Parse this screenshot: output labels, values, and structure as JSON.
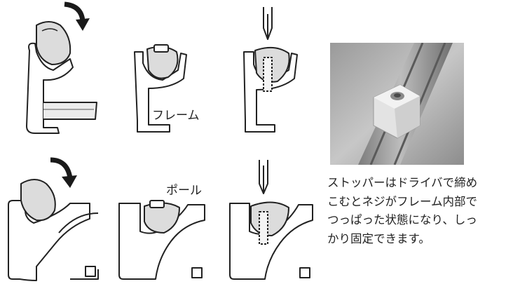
{
  "labels": {
    "frame": "フレーム",
    "pole": "ポール"
  },
  "caption": {
    "lines": [
      "ストッパーはドライバで締め",
      "こむとネジがフレーム内部で",
      "つっぱった状態になり、しっ",
      "かり固定できます。"
    ]
  },
  "colors": {
    "outline": "#222222",
    "fill_grey": "#d9d9d9",
    "rail_grey": "#e6e6e6",
    "arrow": "#1a1a1a"
  },
  "icons": {
    "rotate_arrow": "curved-arrow-icon",
    "driver": "screwdriver-icon",
    "stopper": "stopper-icon"
  }
}
